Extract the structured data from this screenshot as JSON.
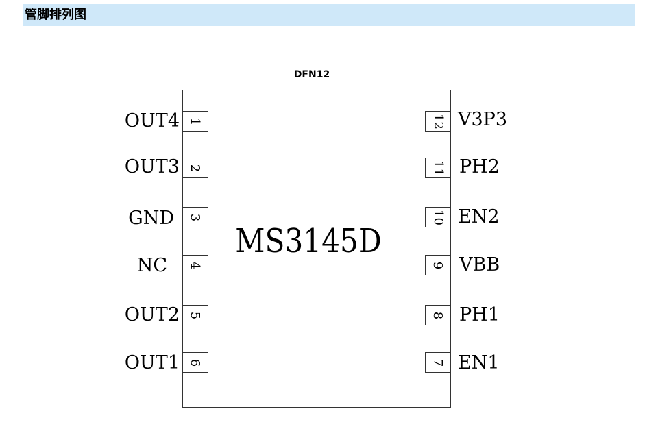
{
  "section": {
    "title": "管脚排列图"
  },
  "package": {
    "name": "DFN12"
  },
  "chip": {
    "part_number": "MS3145D"
  },
  "left_pins": [
    {
      "number": "1",
      "name": "OUT4"
    },
    {
      "number": "2",
      "name": "OUT3"
    },
    {
      "number": "3",
      "name": "GND"
    },
    {
      "number": "4",
      "name": "NC"
    },
    {
      "number": "5",
      "name": "OUT2"
    },
    {
      "number": "6",
      "name": "OUT1"
    }
  ],
  "right_pins": [
    {
      "number": "12",
      "name": "V3P3"
    },
    {
      "number": "11",
      "name": "PH2"
    },
    {
      "number": "10",
      "name": "EN2"
    },
    {
      "number": "9",
      "name": "VBB"
    },
    {
      "number": "8",
      "name": "PH1"
    },
    {
      "number": "7",
      "name": "EN1"
    }
  ]
}
